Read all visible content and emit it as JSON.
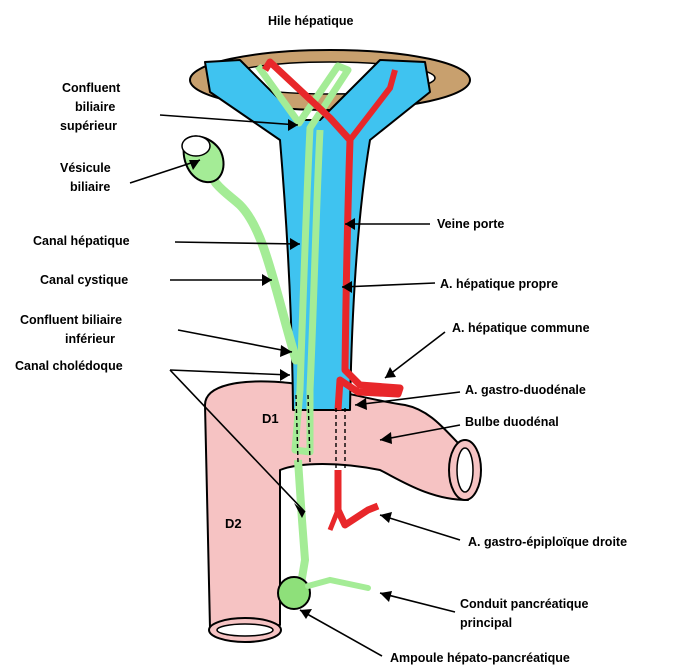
{
  "diagram": {
    "title": "Hile hépatique",
    "labels": {
      "confluent_sup_1": "Confluent",
      "confluent_sup_2": "biliaire",
      "confluent_sup_3": "supérieur",
      "vesicule_1": "Vésicule",
      "vesicule_2": "biliaire",
      "canal_hepatique": "Canal hépatique",
      "canal_cystique": "Canal cystique",
      "confluent_inf_1": "Confluent biliaire",
      "confluent_inf_2": "inférieur",
      "choledoque": "Canal cholédoque",
      "veine_porte": "Veine porte",
      "a_hep_propre": "A. hépatique propre",
      "a_hep_commune": "A. hépatique commune",
      "a_gastro_duo": "A. gastro-duodénale",
      "bulbe": "Bulbe duodénal",
      "a_gastro_epi": "A. gastro-épiploïque droite",
      "conduit_1": "Conduit pancréatique",
      "conduit_2": "principal",
      "ampoule": "Ampoule hépato-pancréatique",
      "d1": "D1",
      "d2": "D2"
    },
    "colors": {
      "liver_hilum": "#c8a06e",
      "portal_vein": "#3fc3f0",
      "bile_duct": "#a4ec96",
      "artery": "#e8272a",
      "duodenum": "#f6c3c3"
    }
  }
}
